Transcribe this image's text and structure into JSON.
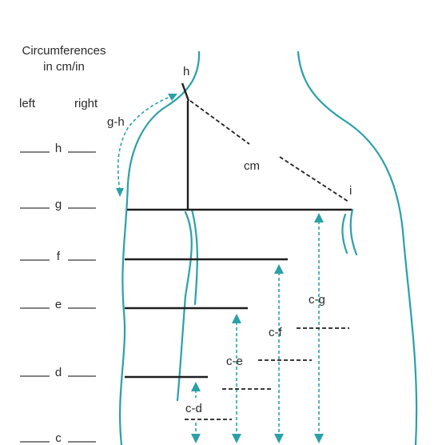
{
  "header": {
    "title_line1": "Circumferences",
    "title_line2": "in cm/in",
    "left_label": "left",
    "right_label": "right"
  },
  "levels": [
    {
      "key": "h",
      "label": "h"
    },
    {
      "key": "g",
      "label": "g"
    },
    {
      "key": "f",
      "label": "f"
    },
    {
      "key": "e",
      "label": "e"
    },
    {
      "key": "d",
      "label": "d"
    },
    {
      "key": "c",
      "label": "c"
    }
  ],
  "body_labels": {
    "h": "h",
    "i": "i",
    "cm": "cm",
    "g_h": "g-h",
    "c_g": "c-g",
    "c_f": "c-f",
    "c_e": "c-e",
    "c_d": "c-d"
  },
  "colors": {
    "outline": "#2aa0a8",
    "measure_line": "#1f1f1f",
    "text": "#2a2a2a"
  }
}
